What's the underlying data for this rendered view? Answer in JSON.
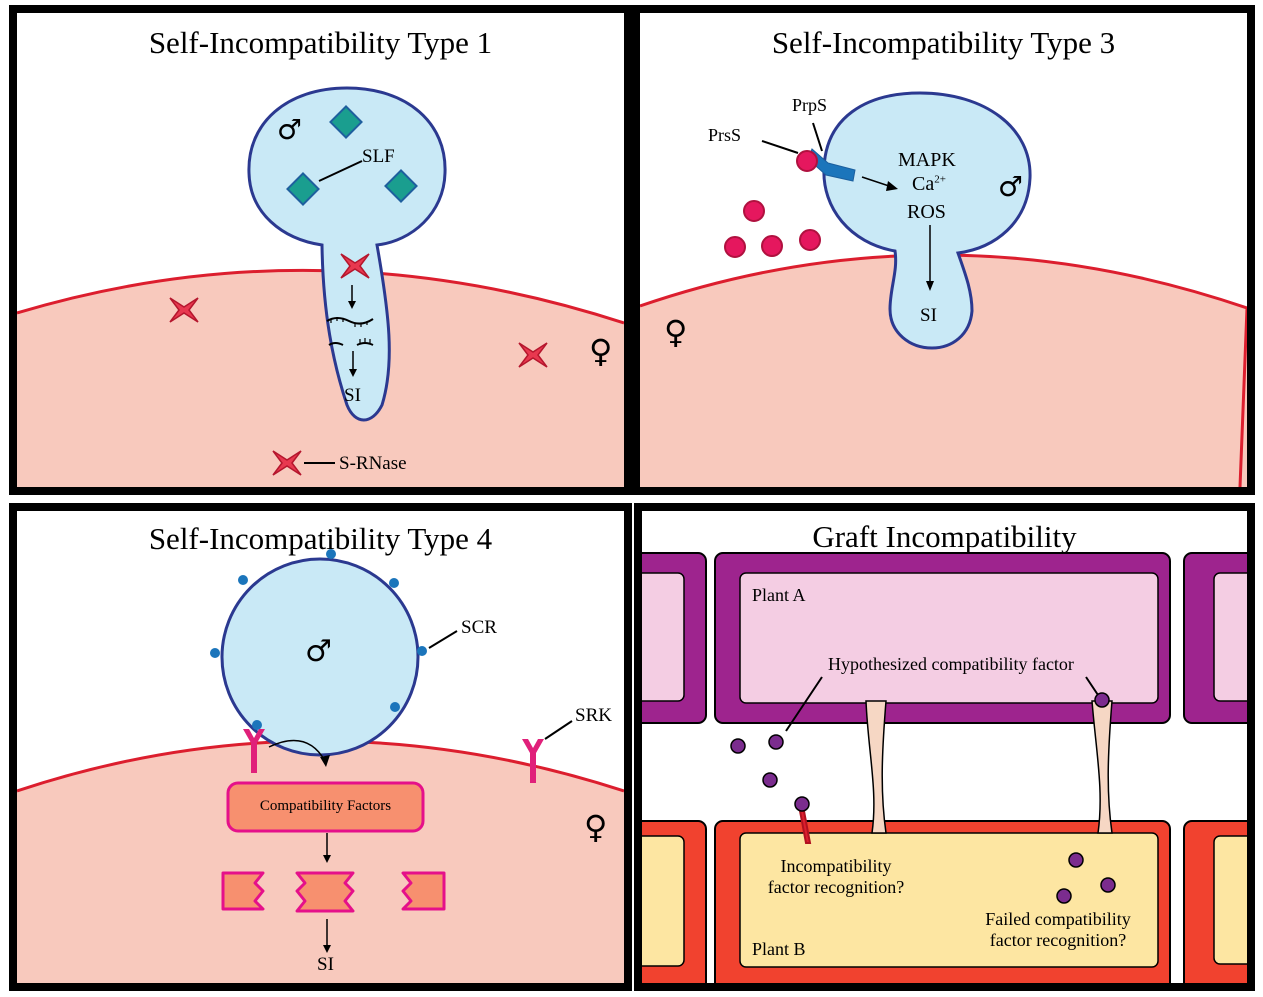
{
  "panels": {
    "si1": {
      "title": "Self-Incompatibility Type 1",
      "slf_label": "SLF",
      "si_label": "SI",
      "srnase_label": "S-RNase"
    },
    "si3": {
      "title": "Self-Incompatibility Type 3",
      "prps_label": "PrpS",
      "prss_label": "PrsS",
      "mapk_label": "MAPK",
      "ca_label": "Ca",
      "ca_charge": "2+",
      "ros_label": "ROS",
      "si_label": "SI"
    },
    "si4": {
      "title": "Self-Incompatibility Type 4",
      "scr_label": "SCR",
      "srk_label": "SRK",
      "box_label": "Compatibility Factors",
      "si_label": "SI"
    },
    "graft": {
      "title": "Graft Incompatibility",
      "plant_a": "Plant A",
      "plant_b": "Plant B",
      "hyp_label": "Hypothesized compatibility factor",
      "incompat_line1": "Incompatibility",
      "incompat_line2": "factor recognition?",
      "failed_line1": "Failed compatibility",
      "failed_line2": "factor recognition?"
    }
  },
  "symbols": {
    "male": "♂",
    "female": "♀"
  },
  "colors": {
    "pollen_fill": "#c9e9f6",
    "pollen_stroke": "#2b3990",
    "stigma_fill": "#f8c9bd",
    "stigma_line": "#dc1e2e",
    "srnase": "#e8384f",
    "slf_fill": "#1a9e8f",
    "slf_stroke": "#1e5f9e",
    "prss": "#e5175e",
    "prps": "#1b75bb",
    "scr_dot": "#1b75bb",
    "srk": "#e0207a",
    "cf_fill": "#f7906f",
    "cf_stroke": "#e5108a",
    "plant_a_wall": "#9e248e",
    "plant_a_cell": "#f4cde3",
    "plant_b_wall": "#f1422f",
    "plant_b_cell": "#fde6a2",
    "factor_dot": "#7b2c8e"
  }
}
